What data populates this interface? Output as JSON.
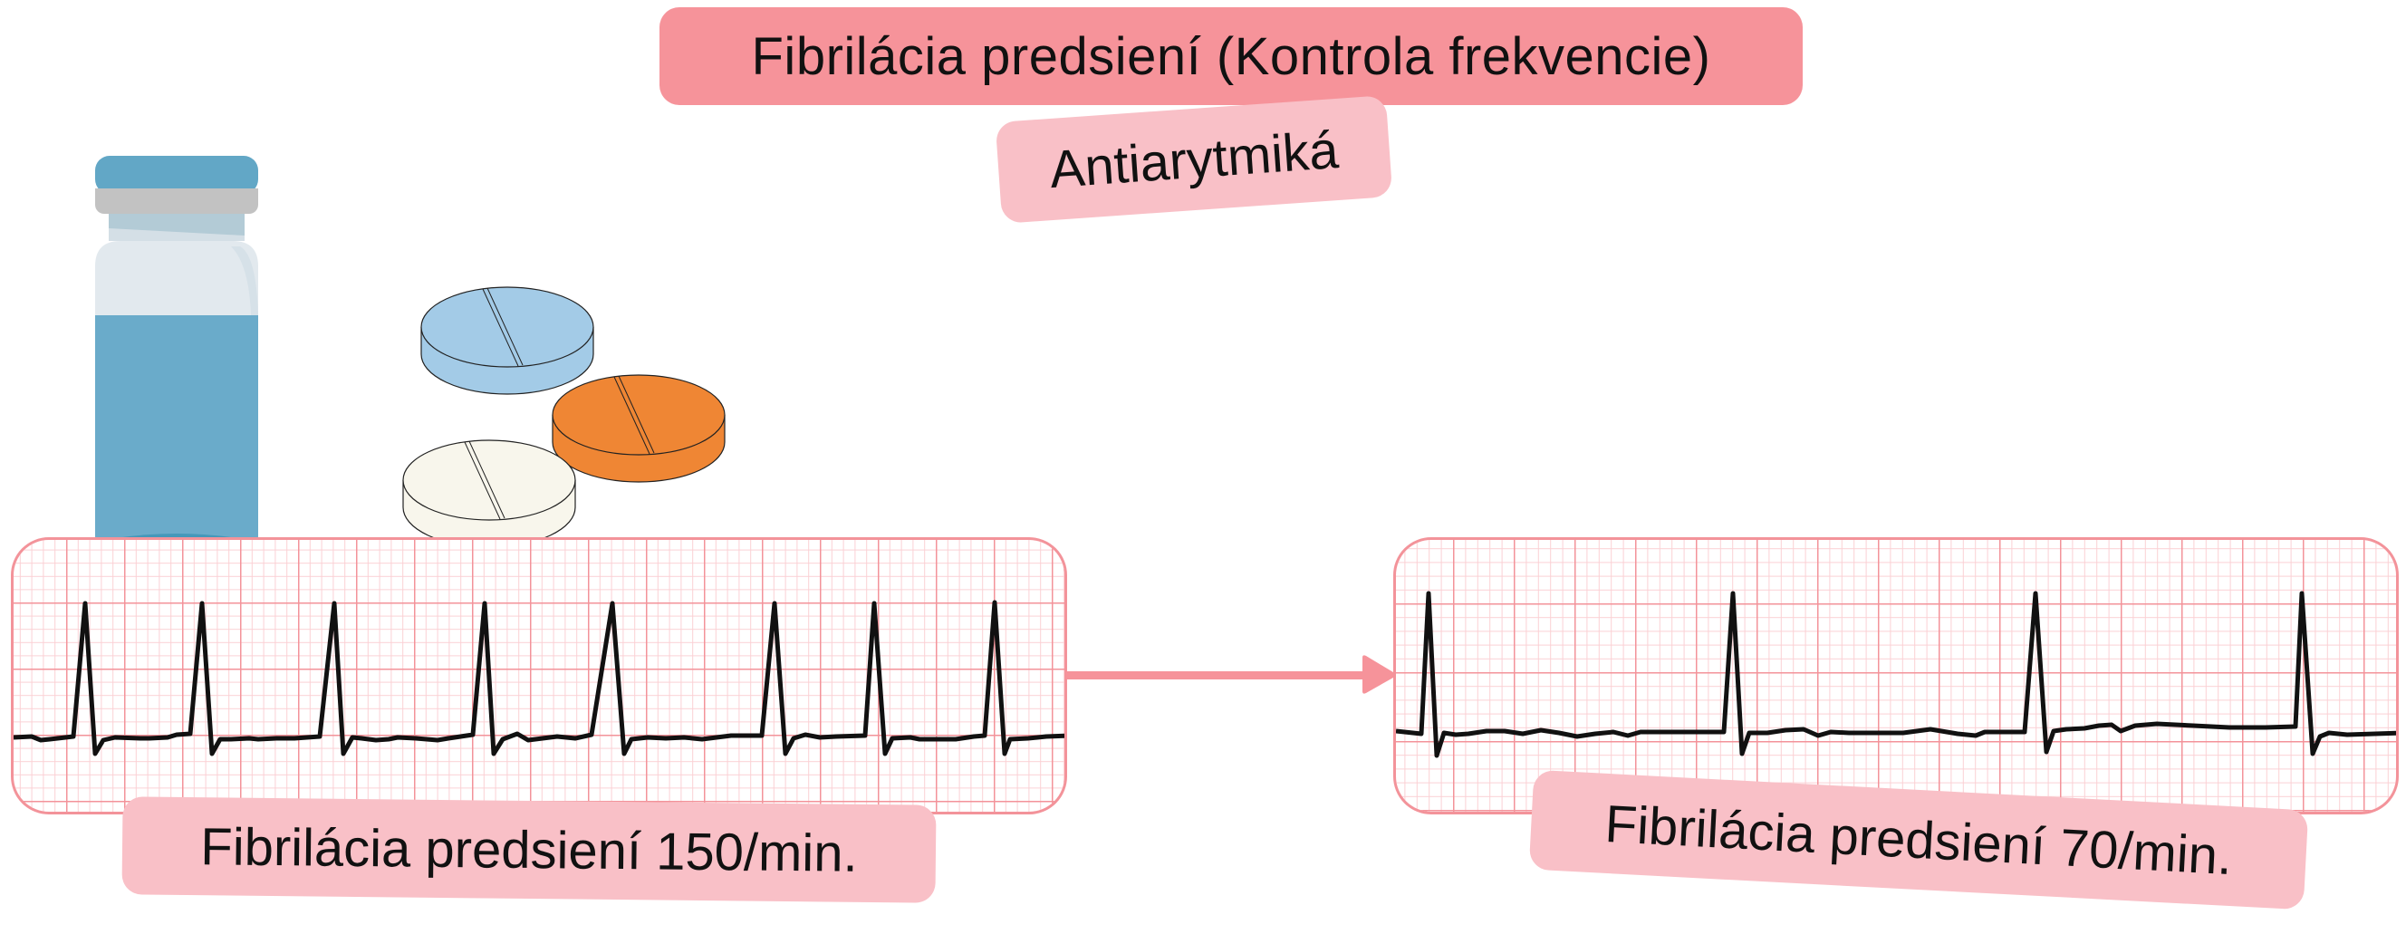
{
  "title": "Fibrilácia predsiení (Kontrola frekvencie)",
  "subtitle": "Antiarytmiká",
  "before": {
    "label": "Fibrilácia predsiení 150/min.",
    "rate_bpm": 150,
    "qrs_count_visible": 8
  },
  "after": {
    "label": "Fibrilácia predsiení 70/min.",
    "rate_bpm": 70,
    "qrs_count_visible": 4
  },
  "illustrations": {
    "vial": "medicine-vial-icon",
    "pills": [
      "blue-pill-icon",
      "orange-pill-icon",
      "white-pill-icon"
    ],
    "arrow": "arrow-right-icon"
  },
  "colors": {
    "title_bg": "#f6939a",
    "label_bg": "#f9c0c7",
    "ecg_grid_major": "#f3939a",
    "ecg_grid_minor": "#fbd0d4",
    "ecg_trace": "#111111",
    "vial_liquid": "#6aabca",
    "vial_cap": "#62a7c6",
    "pill_blue": "#a3cbe7",
    "pill_orange": "#ef8634",
    "pill_white": "#f8f6ec"
  }
}
